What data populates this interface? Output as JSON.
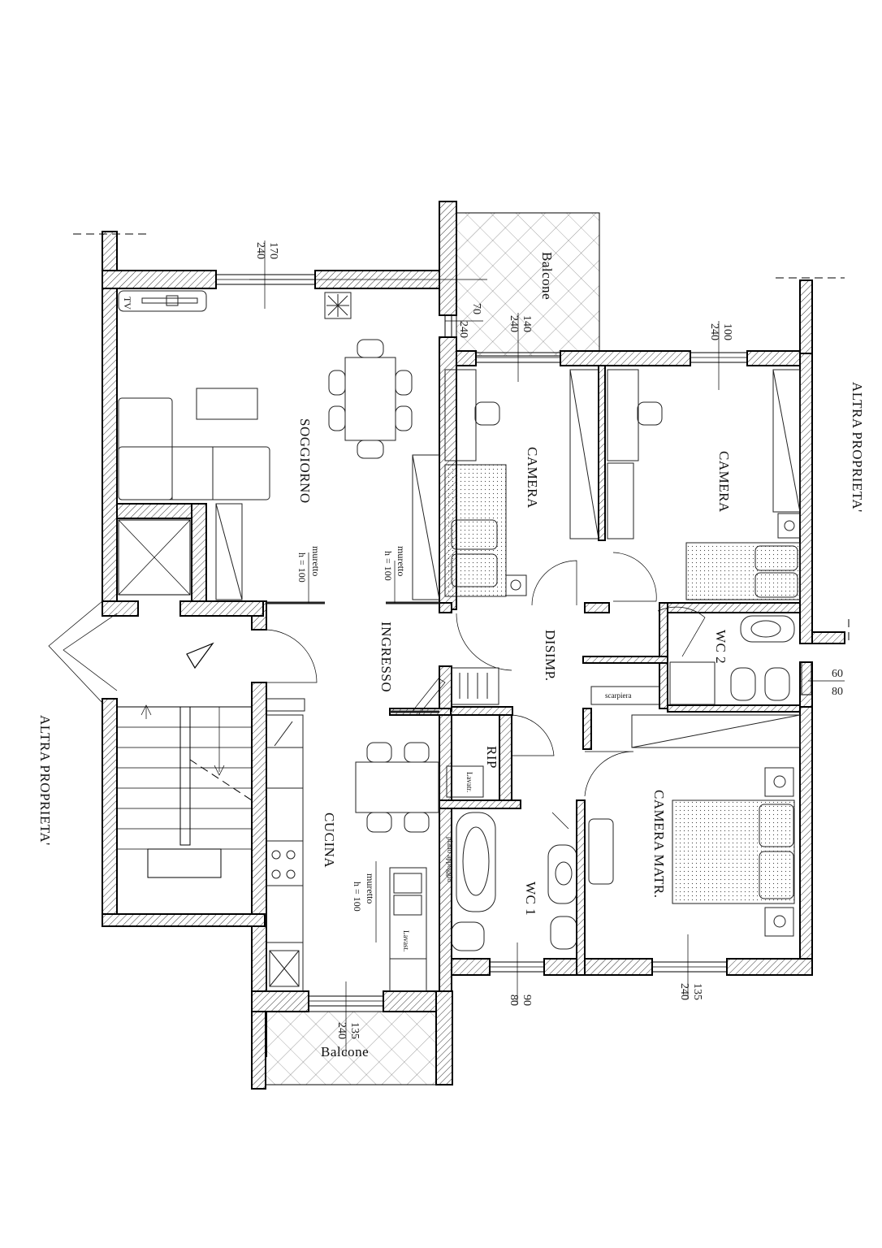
{
  "rooms": {
    "soggiorno": "SOGGIORNO",
    "ingresso": "INGRESSO",
    "cucina": "CUCINA",
    "camera1": "CAMERA",
    "camera2": "CAMERA",
    "disimp": "DISIMP.",
    "rip": "RIP",
    "wc1": "WC 1",
    "wc2": "WC 2",
    "camera_matr": "CAMERA MATR.",
    "balcone_top": "Balcone",
    "balcone_bottom": "Balcone"
  },
  "labels": {
    "altra_right": "ALTRA PROPRIETA'",
    "altra_left": "ALTRA PROPRIETA'",
    "tv": "TV",
    "scarpiera": "scarpiera",
    "lavatr": "Lavatr.",
    "piano_appoggio": "piano appoggio",
    "lavast": "Lavast.",
    "muretto1_a": "muretto",
    "muretto1_b": "h = 100",
    "muretto2_a": "muretto",
    "muretto2_b": "h = 100",
    "muretto3_a": "muretto",
    "muretto3_b": "h = 100"
  },
  "dimensions": {
    "soggiorno_top": "170",
    "soggiorno_bottom": "240",
    "balcone_win_top": "70",
    "balcone_win_bottom": "240",
    "camera1_top": "140",
    "camera1_bottom": "240",
    "camera2_top": "100",
    "camera2_bottom": "240",
    "wc2_top": "60",
    "wc2_bottom": "80",
    "wc1_top": "90",
    "wc1_bottom": "80",
    "matr_top": "135",
    "matr_bottom": "240",
    "cucina_top": "135",
    "cucina_bottom": "240"
  }
}
